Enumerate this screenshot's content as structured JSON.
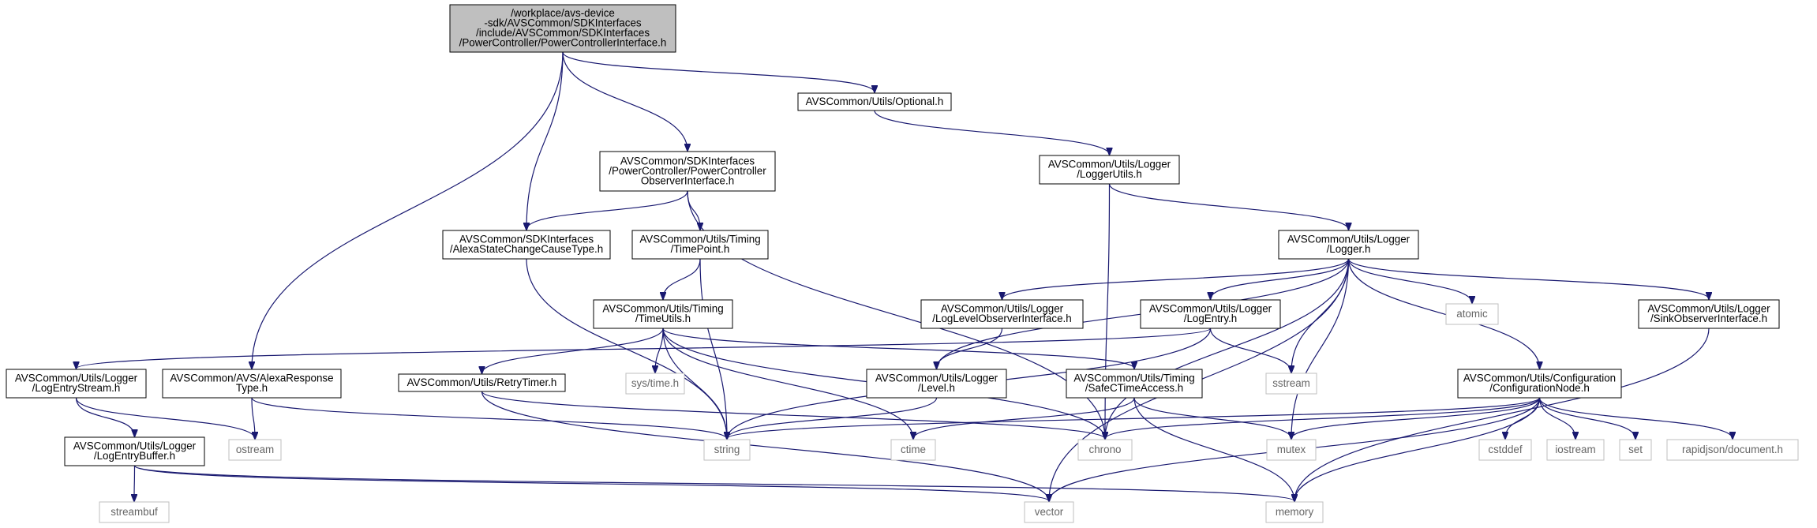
{
  "diagram": {
    "kind": "include-dependency-graph",
    "colors": {
      "edge": "#191970",
      "root_fill": "#bfbfbf",
      "node_border": "#000000",
      "system_border": "#bfbfbf",
      "system_text": "#666666"
    },
    "nodes": [
      {
        "id": "root",
        "lines": [
          "/workplace/avs-device",
          "-sdk/AVSCommon/SDKInterfaces",
          "/include/AVSCommon/SDKInterfaces",
          "/PowerController/PowerControllerInterface.h"
        ]
      },
      {
        "id": "optional",
        "lines": [
          "AVSCommon/Utils/Optional.h"
        ]
      },
      {
        "id": "pcobs",
        "lines": [
          "AVSCommon/SDKInterfaces",
          "/PowerController/PowerController",
          "ObserverInterface.h"
        ]
      },
      {
        "id": "loggerutils",
        "lines": [
          "AVSCommon/Utils/Logger",
          "/LoggerUtils.h"
        ]
      },
      {
        "id": "alexastate",
        "lines": [
          "AVSCommon/SDKInterfaces",
          "/AlexaStateChangeCauseType.h"
        ]
      },
      {
        "id": "timepoint",
        "lines": [
          "AVSCommon/Utils/Timing",
          "/TimePoint.h"
        ]
      },
      {
        "id": "logger",
        "lines": [
          "AVSCommon/Utils/Logger",
          "/Logger.h"
        ]
      },
      {
        "id": "timeutils",
        "lines": [
          "AVSCommon/Utils/Timing",
          "/TimeUtils.h"
        ]
      },
      {
        "id": "loglevelobs",
        "lines": [
          "AVSCommon/Utils/Logger",
          "/LogLevelObserverInterface.h"
        ]
      },
      {
        "id": "logentry",
        "lines": [
          "AVSCommon/Utils/Logger",
          "/LogEntry.h"
        ]
      },
      {
        "id": "atomic",
        "lines": [
          "atomic"
        ]
      },
      {
        "id": "sinkobs",
        "lines": [
          "AVSCommon/Utils/Logger",
          "/SinkObserverInterface.h"
        ]
      },
      {
        "id": "logentrystream",
        "lines": [
          "AVSCommon/Utils/Logger",
          "/LogEntryStream.h"
        ]
      },
      {
        "id": "alexaresp",
        "lines": [
          "AVSCommon/AVS/AlexaResponse",
          "Type.h"
        ]
      },
      {
        "id": "retrytimer",
        "lines": [
          "AVSCommon/Utils/RetryTimer.h"
        ]
      },
      {
        "id": "systime",
        "lines": [
          "sys/time.h"
        ]
      },
      {
        "id": "level",
        "lines": [
          "AVSCommon/Utils/Logger",
          "/Level.h"
        ]
      },
      {
        "id": "safectime",
        "lines": [
          "AVSCommon/Utils/Timing",
          "/SafeCTimeAccess.h"
        ]
      },
      {
        "id": "sstream",
        "lines": [
          "sstream"
        ]
      },
      {
        "id": "confignode",
        "lines": [
          "AVSCommon/Utils/Configuration",
          "/ConfigurationNode.h"
        ]
      },
      {
        "id": "logentrybuffer",
        "lines": [
          "AVSCommon/Utils/Logger",
          "/LogEntryBuffer.h"
        ]
      },
      {
        "id": "ostream",
        "lines": [
          "ostream"
        ]
      },
      {
        "id": "string",
        "lines": [
          "string"
        ]
      },
      {
        "id": "ctime",
        "lines": [
          "ctime"
        ]
      },
      {
        "id": "chrono",
        "lines": [
          "chrono"
        ]
      },
      {
        "id": "mutex",
        "lines": [
          "mutex"
        ]
      },
      {
        "id": "cstddef",
        "lines": [
          "cstddef"
        ]
      },
      {
        "id": "iostream",
        "lines": [
          "iostream"
        ]
      },
      {
        "id": "set",
        "lines": [
          "set"
        ]
      },
      {
        "id": "rapidjson",
        "lines": [
          "rapidjson/document.h"
        ]
      },
      {
        "id": "streambuf",
        "lines": [
          "streambuf"
        ]
      },
      {
        "id": "vector",
        "lines": [
          "vector"
        ]
      },
      {
        "id": "memory",
        "lines": [
          "memory"
        ]
      }
    ],
    "edges": [
      [
        "root",
        "optional"
      ],
      [
        "root",
        "pcobs"
      ],
      [
        "root",
        "alexastate"
      ],
      [
        "root",
        "alexaresp"
      ],
      [
        "optional",
        "loggerutils"
      ],
      [
        "pcobs",
        "alexastate"
      ],
      [
        "pcobs",
        "timepoint"
      ],
      [
        "pcobs",
        "chrono"
      ],
      [
        "loggerutils",
        "logger"
      ],
      [
        "loggerutils",
        "chrono"
      ],
      [
        "alexastate",
        "string"
      ],
      [
        "timepoint",
        "timeutils"
      ],
      [
        "timepoint",
        "string"
      ],
      [
        "timeutils",
        "retrytimer"
      ],
      [
        "timeutils",
        "systime"
      ],
      [
        "timeutils",
        "safectime"
      ],
      [
        "timeutils",
        "string"
      ],
      [
        "timeutils",
        "ctime"
      ],
      [
        "timeutils",
        "chrono"
      ],
      [
        "logger",
        "level"
      ],
      [
        "logger",
        "loglevelobs"
      ],
      [
        "logger",
        "logentry"
      ],
      [
        "logger",
        "atomic"
      ],
      [
        "logger",
        "sinkobs"
      ],
      [
        "logger",
        "sstream"
      ],
      [
        "logger",
        "confignode"
      ],
      [
        "logger",
        "chrono"
      ],
      [
        "logger",
        "mutex"
      ],
      [
        "logger",
        "vector"
      ],
      [
        "loglevelobs",
        "level"
      ],
      [
        "logentry",
        "logentrystream"
      ],
      [
        "logentry",
        "sstream"
      ],
      [
        "logentry",
        "string"
      ],
      [
        "sinkobs",
        "memory"
      ],
      [
        "logentrystream",
        "logentrybuffer"
      ],
      [
        "logentrystream",
        "ostream"
      ],
      [
        "alexaresp",
        "ostream"
      ],
      [
        "alexaresp",
        "string"
      ],
      [
        "retrytimer",
        "chrono"
      ],
      [
        "retrytimer",
        "vector"
      ],
      [
        "level",
        "string"
      ],
      [
        "safectime",
        "ctime"
      ],
      [
        "safectime",
        "mutex"
      ],
      [
        "safectime",
        "memory"
      ],
      [
        "confignode",
        "string"
      ],
      [
        "confignode",
        "chrono"
      ],
      [
        "confignode",
        "mutex"
      ],
      [
        "confignode",
        "cstddef"
      ],
      [
        "confignode",
        "iostream"
      ],
      [
        "confignode",
        "set"
      ],
      [
        "confignode",
        "rapidjson"
      ],
      [
        "confignode",
        "vector"
      ],
      [
        "confignode",
        "memory"
      ],
      [
        "logentrybuffer",
        "streambuf"
      ],
      [
        "logentrybuffer",
        "vector"
      ],
      [
        "logentrybuffer",
        "memory"
      ]
    ]
  }
}
